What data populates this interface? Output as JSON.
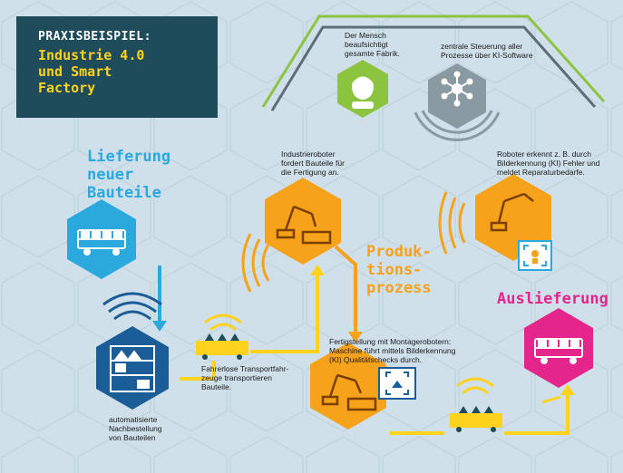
{
  "header": {
    "kicker": "PRAXISBEISPIEL:",
    "title_lines": [
      "Industrie 4.0",
      "und Smart",
      "Factory"
    ]
  },
  "sections": {
    "lieferung": [
      "Lieferung",
      "neuer",
      "Bauteile"
    ],
    "produktion": [
      "Produk-",
      "tions-",
      "prozess"
    ],
    "auslieferung": "Auslieferung"
  },
  "captions": {
    "mensch": [
      "Der Mensch",
      "beaufsichtigt",
      "gesamte Fabrik."
    ],
    "steuerung": [
      "zentrale Steuerung aller",
      "Prozesse über KI-Software"
    ],
    "industrieroboter": [
      "Industrieroboter",
      "fordert Bauteile für",
      "die Fertigung an."
    ],
    "roboter_erkennt": [
      "Roboter erkennt z. B. durch",
      "Bilderkennung (KI) Fehler und",
      "meldet Reparaturbedarfe."
    ],
    "fertigstellung": [
      "Fertigstellung mit Montagerobotern:",
      "Maschine führt mittels Bilderkennung",
      "(KI) Qualitätschecks durch."
    ],
    "transport": [
      "Fahrerlose Transportfahr-",
      "zeuge transportieren",
      "Bauteile."
    ],
    "nachbestellung": [
      "automatisierte",
      "Nachbestellung",
      "von Bauteilen"
    ]
  },
  "colors": {
    "background": "#cfe0ea",
    "header": "#1f4c5a",
    "yellow": "#ffd21e",
    "blue": "#2ba9dd",
    "dark_blue": "#1b5d97",
    "orange": "#f6a21a",
    "pink": "#e4258b",
    "green": "#8dc43f",
    "grey": "#8a9aa3"
  },
  "icons": [
    "person-icon",
    "ai-network-icon",
    "truck-icon",
    "shelf-icon",
    "robot-arm-icon",
    "agv-icon",
    "scan-icon",
    "wifi-icon",
    "wave-icon"
  ]
}
